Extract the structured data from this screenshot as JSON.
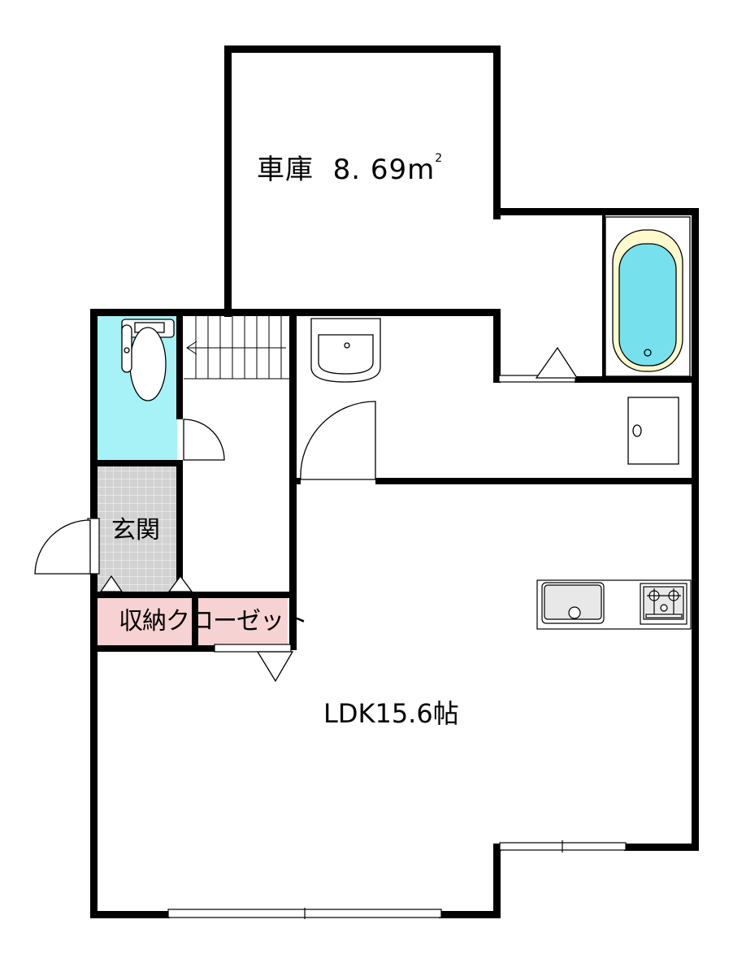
{
  "rooms": {
    "garage": {
      "name": "車庫",
      "area": "8. 69m",
      "area_sup": "2"
    },
    "entrance": {
      "name": "玄関"
    },
    "closet": {
      "name": "収納クローゼット"
    },
    "ldk": {
      "name": "LDK15.6帖"
    }
  },
  "colors": {
    "wall": "#000000",
    "toilet_room": "#a6f2f6",
    "entrance_tile": "#d2d2d2",
    "closet": "#f7d2d2",
    "bathtub_rim": "#fffacd",
    "bathtub_water": "#77e0ed"
  },
  "fixtures": [
    "toilet-icon",
    "stairs-icon",
    "washbasin-icon",
    "bathtub-icon",
    "washer-pan-icon",
    "kitchen-sink-icon",
    "stove-icon"
  ]
}
